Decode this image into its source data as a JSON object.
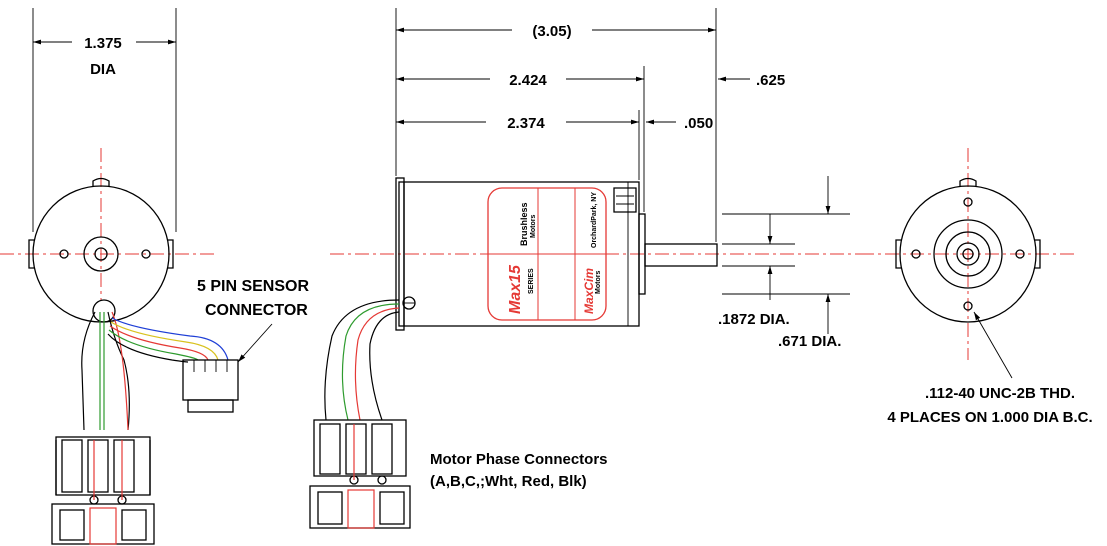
{
  "dimensions": {
    "end_diameter": "1.375",
    "end_diameter_unit": "DIA",
    "overall_length": "(3.05)",
    "body_length_1": "2.424",
    "body_length_2": "2.374",
    "shaft_extension": ".625",
    "pilot_height": ".050",
    "shaft_diameter": ".1872 DIA.",
    "pilot_diameter": ".671 DIA."
  },
  "callouts": {
    "sensor_connector_line1": "5 PIN SENSOR",
    "sensor_connector_line2": "CONNECTOR",
    "phase_connectors_line1": "Motor Phase Connectors",
    "phase_connectors_line2": "(A,B,C,;Wht, Red, Blk)",
    "thread_line1": ".112-40 UNC-2B THD.",
    "thread_line2": "4 PLACES ON 1.000 DIA B.C."
  },
  "label": {
    "brand_top": "Brushless",
    "brand_bottom": "Motors",
    "series_name": "Max15",
    "series_word": "SERIES",
    "location": "OrchardPark, NY",
    "maker": "MaxCim",
    "maker_sub": "Motors"
  },
  "colors": {
    "centerline": "#e53935",
    "wire_red": "#e53935",
    "wire_green": "#2e9b2e",
    "wire_blue": "#1f3fd6",
    "wire_yellow": "#d8c21e"
  }
}
